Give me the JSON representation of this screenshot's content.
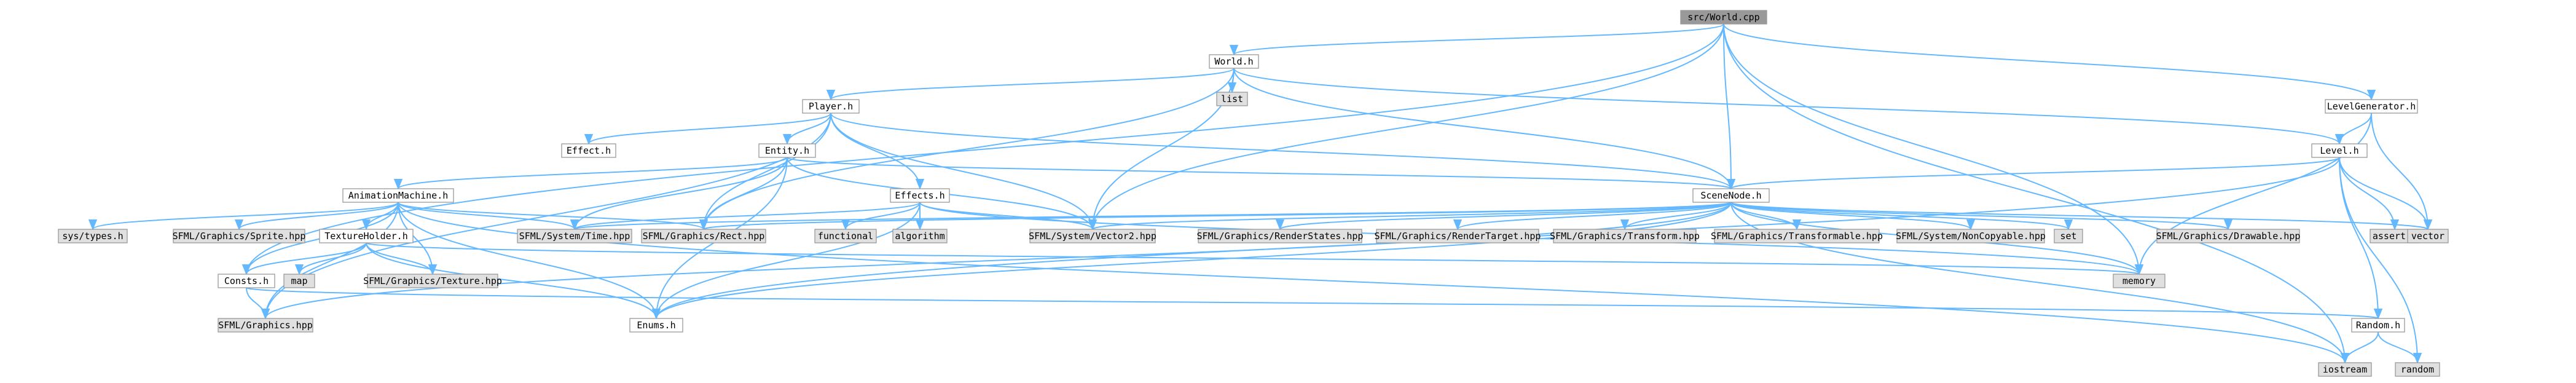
{
  "diagram": {
    "nodes": [
      {
        "id": "world_cpp",
        "label": "src/World.cpp",
        "kind": "root"
      },
      {
        "id": "world_h",
        "label": "World.h",
        "kind": "project"
      },
      {
        "id": "player_h",
        "label": "Player.h",
        "kind": "project"
      },
      {
        "id": "list",
        "label": "list",
        "kind": "external"
      },
      {
        "id": "levelgen_h",
        "label": "LevelGenerator.h",
        "kind": "project"
      },
      {
        "id": "effect_h",
        "label": "Effect.h",
        "kind": "project"
      },
      {
        "id": "entity_h",
        "label": "Entity.h",
        "kind": "project"
      },
      {
        "id": "level_h",
        "label": "Level.h",
        "kind": "project"
      },
      {
        "id": "animation_h",
        "label": "AnimationMachine.h",
        "kind": "project"
      },
      {
        "id": "effects_h",
        "label": "Effects.h",
        "kind": "project"
      },
      {
        "id": "scenenode_h",
        "label": "SceneNode.h",
        "kind": "project"
      },
      {
        "id": "assert_h",
        "label": "assert.h",
        "kind": "external"
      },
      {
        "id": "sys_types",
        "label": "sys/types.h",
        "kind": "external"
      },
      {
        "id": "sfml_sprite",
        "label": "SFML/Graphics/Sprite.hpp",
        "kind": "external"
      },
      {
        "id": "textureholder_h",
        "label": "TextureHolder.h",
        "kind": "project"
      },
      {
        "id": "sfml_time",
        "label": "SFML/System/Time.hpp",
        "kind": "external"
      },
      {
        "id": "sfml_rect",
        "label": "SFML/Graphics/Rect.hpp",
        "kind": "external"
      },
      {
        "id": "functional",
        "label": "functional",
        "kind": "external"
      },
      {
        "id": "algorithm",
        "label": "algorithm",
        "kind": "external"
      },
      {
        "id": "sfml_vector2",
        "label": "SFML/System/Vector2.hpp",
        "kind": "external"
      },
      {
        "id": "sfml_renderstates",
        "label": "SFML/Graphics/RenderStates.hpp",
        "kind": "external"
      },
      {
        "id": "sfml_rendertarget",
        "label": "SFML/Graphics/RenderTarget.hpp",
        "kind": "external"
      },
      {
        "id": "sfml_transform",
        "label": "SFML/Graphics/Transform.hpp",
        "kind": "external"
      },
      {
        "id": "sfml_transformable",
        "label": "SFML/Graphics/Transformable.hpp",
        "kind": "external"
      },
      {
        "id": "sfml_noncopyable",
        "label": "SFML/System/NonCopyable.hpp",
        "kind": "external"
      },
      {
        "id": "set",
        "label": "set",
        "kind": "external"
      },
      {
        "id": "sfml_drawable",
        "label": "SFML/Graphics/Drawable.hpp",
        "kind": "external"
      },
      {
        "id": "vector",
        "label": "vector",
        "kind": "external"
      },
      {
        "id": "map",
        "label": "map",
        "kind": "external"
      },
      {
        "id": "sfml_texture",
        "label": "SFML/Graphics/Texture.hpp",
        "kind": "external"
      },
      {
        "id": "consts_h",
        "label": "Consts.h",
        "kind": "project"
      },
      {
        "id": "memory",
        "label": "memory",
        "kind": "external"
      },
      {
        "id": "sfml_graphics",
        "label": "SFML/Graphics.hpp",
        "kind": "external"
      },
      {
        "id": "enums_h",
        "label": "Enums.h",
        "kind": "project"
      },
      {
        "id": "random_h",
        "label": "Random.h",
        "kind": "project"
      },
      {
        "id": "iostream",
        "label": "iostream",
        "kind": "external"
      },
      {
        "id": "random",
        "label": "random",
        "kind": "external"
      }
    ],
    "edges": [
      [
        "world_cpp",
        "world_h"
      ],
      [
        "world_cpp",
        "levelgen_h"
      ],
      [
        "world_cpp",
        "scenenode_h"
      ],
      [
        "world_cpp",
        "consts_h"
      ],
      [
        "world_cpp",
        "sfml_vector2"
      ],
      [
        "world_cpp",
        "iostream"
      ],
      [
        "world_cpp",
        "memory"
      ],
      [
        "world_h",
        "player_h"
      ],
      [
        "world_h",
        "list"
      ],
      [
        "world_h",
        "level_h"
      ],
      [
        "world_h",
        "scenenode_h"
      ],
      [
        "world_h",
        "sfml_rect"
      ],
      [
        "world_h",
        "sfml_vector2"
      ],
      [
        "player_h",
        "effect_h"
      ],
      [
        "player_h",
        "entity_h"
      ],
      [
        "player_h",
        "effects_h"
      ],
      [
        "player_h",
        "scenenode_h"
      ],
      [
        "player_h",
        "sfml_vector2"
      ],
      [
        "player_h",
        "sfml_rect"
      ],
      [
        "player_h",
        "sfml_graphics"
      ],
      [
        "entity_h",
        "animation_h"
      ],
      [
        "entity_h",
        "scenenode_h"
      ],
      [
        "entity_h",
        "sfml_time"
      ],
      [
        "entity_h",
        "sfml_rect"
      ],
      [
        "entity_h",
        "sfml_vector2"
      ],
      [
        "entity_h",
        "enums_h"
      ],
      [
        "animation_h",
        "sys_types"
      ],
      [
        "animation_h",
        "sfml_sprite"
      ],
      [
        "animation_h",
        "textureholder_h"
      ],
      [
        "animation_h",
        "sfml_time"
      ],
      [
        "animation_h",
        "sfml_rect"
      ],
      [
        "animation_h",
        "sfml_texture"
      ],
      [
        "animation_h",
        "consts_h"
      ],
      [
        "animation_h",
        "enums_h"
      ],
      [
        "animation_h",
        "sfml_graphics"
      ],
      [
        "animation_h",
        "iostream"
      ],
      [
        "textureholder_h",
        "consts_h"
      ],
      [
        "textureholder_h",
        "map"
      ],
      [
        "textureholder_h",
        "sfml_texture"
      ],
      [
        "textureholder_h",
        "enums_h"
      ],
      [
        "textureholder_h",
        "memory"
      ],
      [
        "effects_h",
        "functional"
      ],
      [
        "effects_h",
        "algorithm"
      ],
      [
        "effects_h",
        "sfml_time"
      ],
      [
        "effects_h",
        "sfml_vector2"
      ],
      [
        "effects_h",
        "enums_h"
      ],
      [
        "effects_h",
        "memory"
      ],
      [
        "scenenode_h",
        "sfml_time"
      ],
      [
        "scenenode_h",
        "sfml_rect"
      ],
      [
        "scenenode_h",
        "sfml_vector2"
      ],
      [
        "scenenode_h",
        "sfml_renderstates"
      ],
      [
        "scenenode_h",
        "sfml_rendertarget"
      ],
      [
        "scenenode_h",
        "sfml_transform"
      ],
      [
        "scenenode_h",
        "sfml_transformable"
      ],
      [
        "scenenode_h",
        "sfml_noncopyable"
      ],
      [
        "scenenode_h",
        "set"
      ],
      [
        "scenenode_h",
        "sfml_drawable"
      ],
      [
        "scenenode_h",
        "vector"
      ],
      [
        "scenenode_h",
        "memory"
      ],
      [
        "scenenode_h",
        "enums_h"
      ],
      [
        "scenenode_h",
        "iostream"
      ],
      [
        "scenenode_h",
        "sfml_graphics"
      ],
      [
        "levelgen_h",
        "level_h"
      ],
      [
        "levelgen_h",
        "vector"
      ],
      [
        "levelgen_h",
        "memory"
      ],
      [
        "level_h",
        "scenenode_h"
      ],
      [
        "level_h",
        "assert_h"
      ],
      [
        "level_h",
        "vector"
      ],
      [
        "level_h",
        "random_h"
      ],
      [
        "level_h",
        "enums_h"
      ],
      [
        "level_h",
        "random"
      ],
      [
        "consts_h",
        "sfml_graphics"
      ],
      [
        "consts_h",
        "random_h"
      ],
      [
        "random_h",
        "iostream"
      ],
      [
        "random_h",
        "random"
      ]
    ]
  },
  "colors": {
    "edge": "#63b8ff",
    "border": "#999999",
    "project_fill": "#ffffff",
    "external_fill": "#e0e0e0",
    "root_fill": "#999999"
  }
}
